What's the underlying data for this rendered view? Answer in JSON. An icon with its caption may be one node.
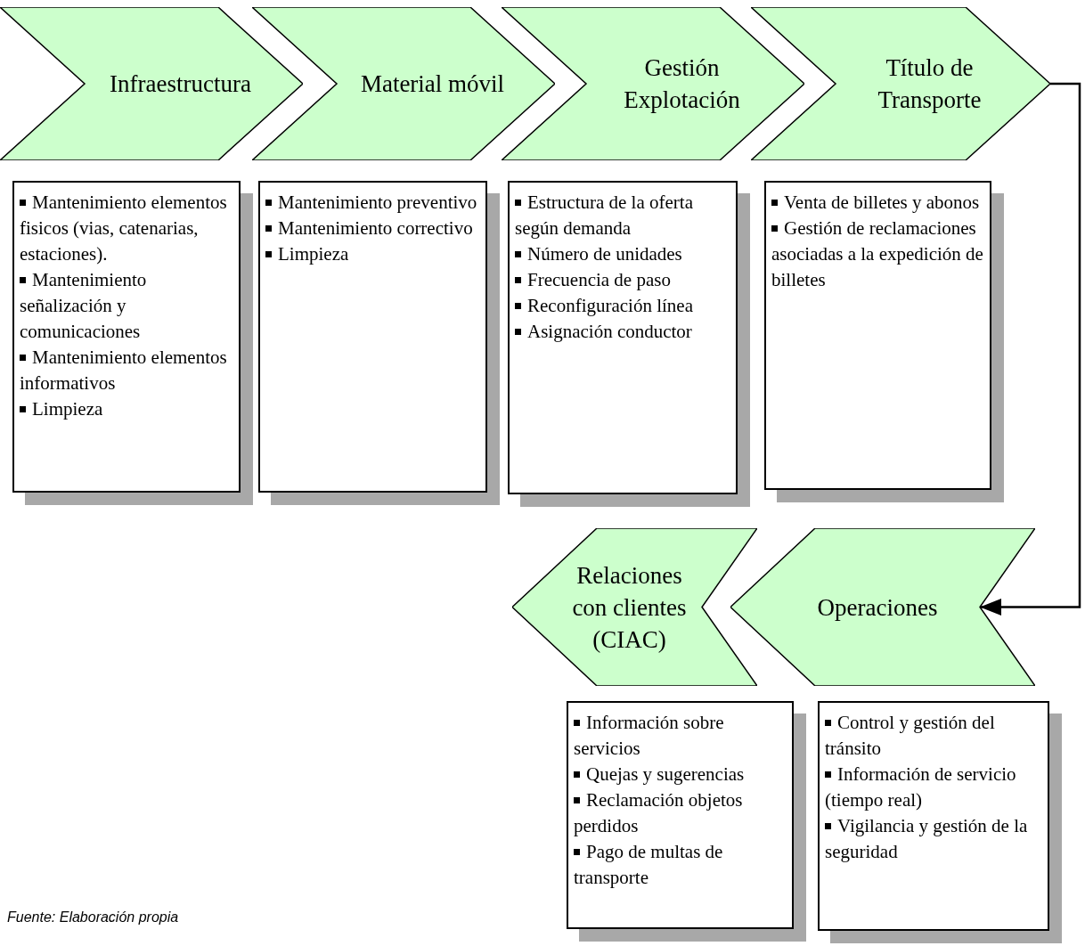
{
  "diagram": {
    "caption": "Fuente: Elaboración propia",
    "nodes": [
      {
        "text": [
          "Infraestructura"
        ]
      },
      {
        "text": [
          "Material móvil"
        ]
      },
      {
        "text": [
          "Gestión Explotación"
        ]
      },
      {
        "text": [
          "Título de Transporte"
        ]
      },
      {
        "text": [
          "Mantenimiento elementos fisicos (vias, catenarias, estaciones).",
          "Mantenimiento señalización y comunicaciones",
          "Mantenimiento elementos informativos",
          "Limpieza"
        ]
      },
      {
        "text": [
          "Mantenimiento preventivo",
          "Mantenimiento correctivo",
          "Limpieza"
        ]
      },
      {
        "text": [
          "Estructura de la oferta según demanda",
          "Número de unidades",
          "Frecuencia de paso",
          "Reconfiguración línea",
          "Asignación conductor"
        ]
      },
      {
        "text": [
          "Venta de billetes y abonos",
          "Gestión de reclamaciones asociadas a la expedición de billetes"
        ]
      },
      {
        "text": [
          "Relaciones con clientes (CIAC)"
        ]
      },
      {
        "text": [
          "Operaciones"
        ]
      },
      {
        "text": [
          "Información sobre servicios",
          "Quejas y sugerencias",
          "Reclamación objetos perdidos",
          "Pago de multas de transporte"
        ]
      },
      {
        "text": [
          "Control y gestión del tránsito",
          "Información de servicio (tiempo real)",
          "Vigilancia y gestión de la seguridad"
        ]
      }
    ],
    "edges": [
      {
        "from": 3,
        "to": 9,
        "arrow": "to"
      }
    ]
  }
}
